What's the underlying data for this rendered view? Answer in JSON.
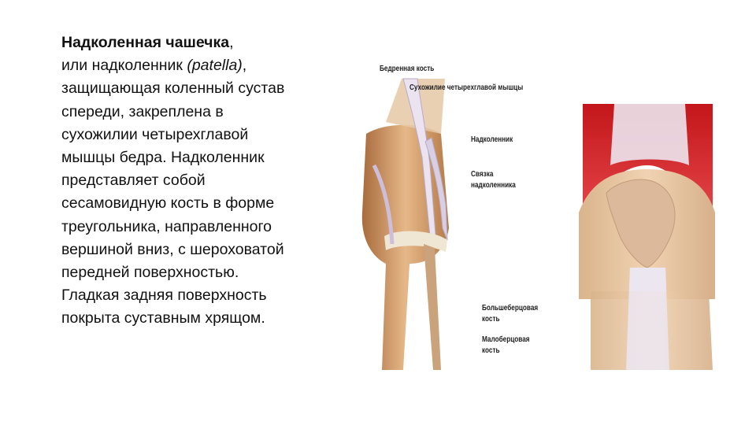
{
  "text": {
    "bold_lead": "Надколенная чашечка",
    "after_bold": ",",
    "line2_pre": "или надколенник ",
    "latin_term": "(patella)",
    "line2_post": ",",
    "body": "защищающая коленный сустав спереди, закреплена в сухожилии четырехглавой мышцы бедра. Надколенник представляет собой сесамовидную кость в форме треугольника, направленного вершиной вниз, с шероховатой передней поверхностью. Гладкая задняя поверхность покрыта суставным хрящом."
  },
  "figure": {
    "labels": {
      "femur": "Бедренная кость",
      "quad_tendon": "Сухожилие четырехглавой мышцы",
      "patella": "Надколенник",
      "patellar_lig_1": "Связка",
      "patellar_lig_2": "надколенника",
      "tibia_1": "Большеберцовая",
      "tibia_2": "кость",
      "fibula_1": "Малоберцовая",
      "fibula_2": "кость"
    }
  }
}
